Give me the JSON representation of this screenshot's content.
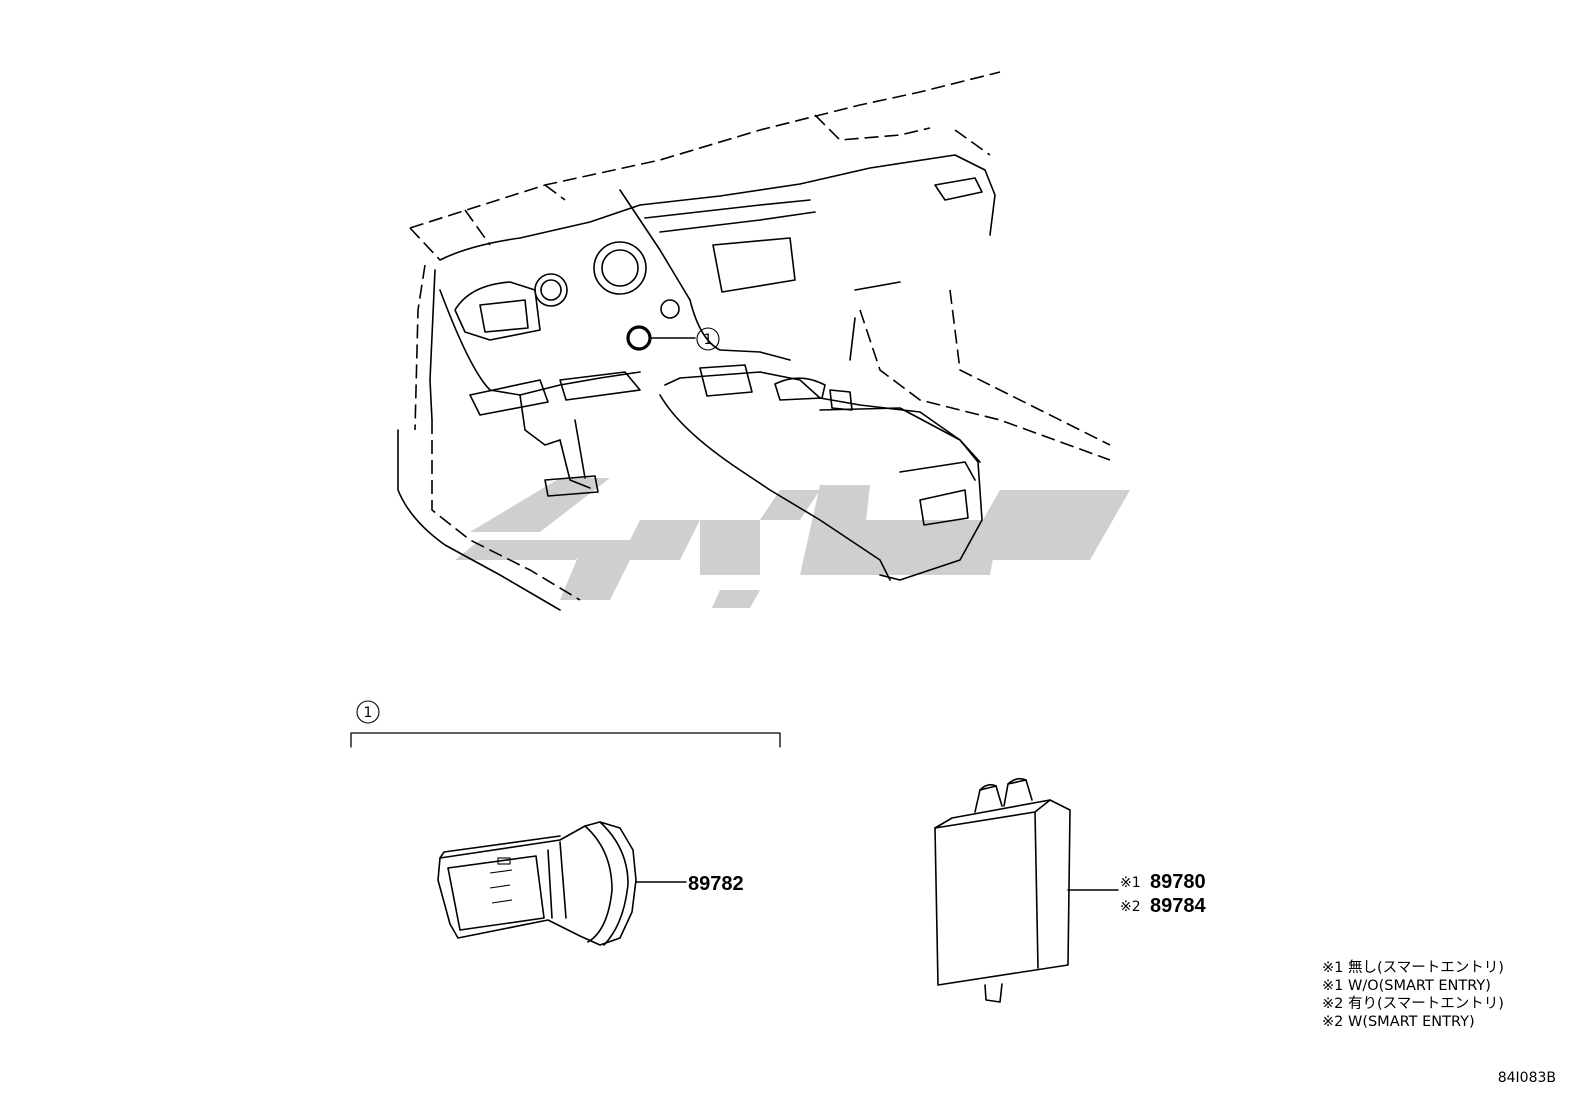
{
  "callout": {
    "marker": "1"
  },
  "parts": {
    "sensor_part_number": "89782",
    "module": {
      "marker1": "※1",
      "part1": "89780",
      "marker2": "※2",
      "part2": "89784"
    }
  },
  "notes": [
    "※1 無し(スマートエントリ)",
    "※1 W/O(SMART ENTRY)",
    "※2 有り(スマートエントリ)",
    "※2 W(SMART ENTRY)"
  ],
  "diagram_code": "84I083B",
  "colors": {
    "line": "#000000",
    "watermark": "#cfcfcf",
    "background": "#ffffff"
  }
}
